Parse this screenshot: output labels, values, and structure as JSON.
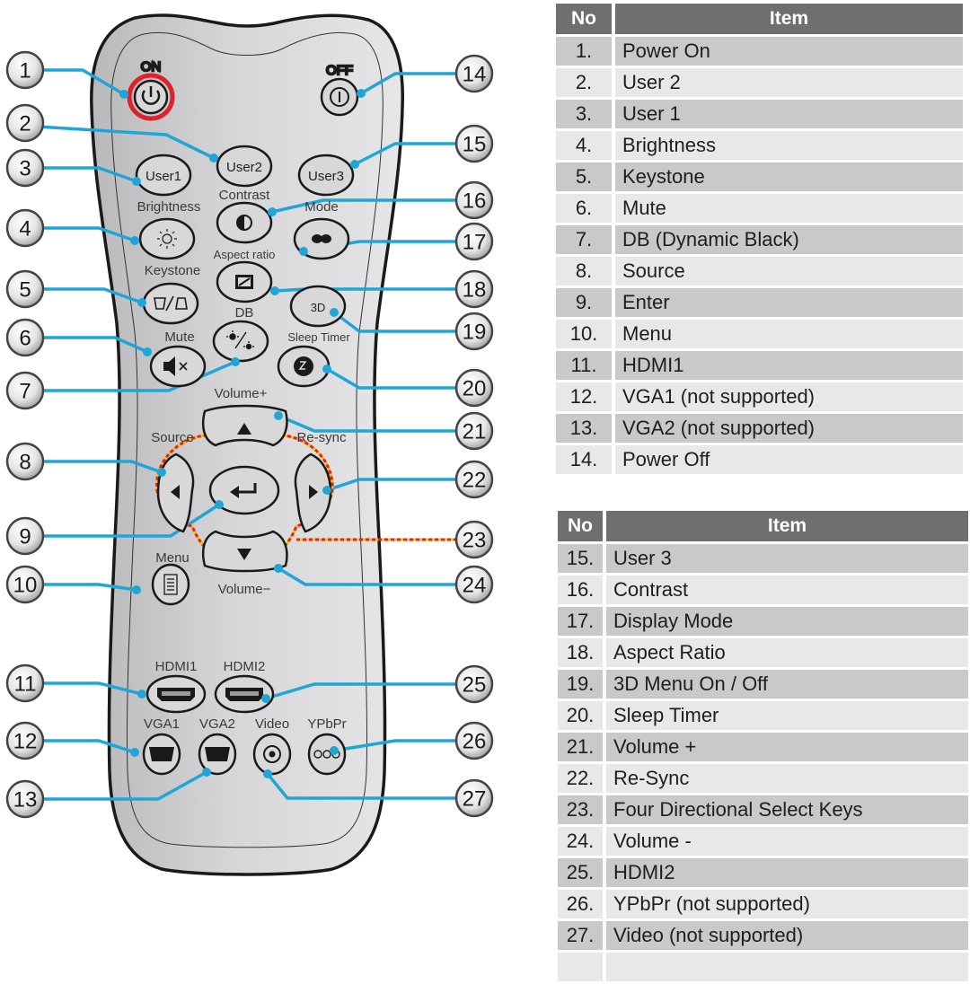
{
  "remote": {
    "button_labels": {
      "on": "ON",
      "off": "OFF",
      "user1": "User1",
      "user2": "User2",
      "user3": "User3",
      "contrast": "Contrast",
      "brightness": "Brightness",
      "mode": "Mode",
      "aspect_ratio": "Aspect ratio",
      "keystone": "Keystone",
      "three_d": "3D",
      "db": "DB",
      "mute": "Mute",
      "sleep_timer": "Sleep Timer",
      "volume_plus": "Volume+",
      "source": "Source",
      "resync": "Re-sync",
      "volume_minus": "Volume−",
      "menu": "Menu",
      "hdmi1": "HDMI1",
      "hdmi2": "HDMI2",
      "vga1": "VGA1",
      "vga2": "VGA2",
      "video": "Video",
      "ypbpr": "YPbPr"
    },
    "icons": {
      "power_on": "power-icon",
      "power_off": "power-off-icon",
      "brightness": "sun-icon",
      "contrast": "contrast-icon",
      "mode": "mode-icon",
      "aspect_ratio": "aspect-ratio-icon",
      "keystone": "keystone-icon",
      "db": "dynamic-black-icon",
      "mute": "mute-icon",
      "sleep_timer": "sleep-timer-icon",
      "up": "arrow-up-icon",
      "down": "arrow-down-icon",
      "left": "arrow-left-icon",
      "right": "arrow-right-icon",
      "enter": "enter-icon",
      "menu": "menu-icon",
      "hdmi": "hdmi-port-icon",
      "vga": "vga-port-icon",
      "video": "rca-jack-icon",
      "ypbpr": "component-jack-icon"
    },
    "callouts": {
      "c1": "1",
      "c2": "2",
      "c3": "3",
      "c4": "4",
      "c5": "5",
      "c6": "6",
      "c7": "7",
      "c8": "8",
      "c9": "9",
      "c10": "10",
      "c11": "11",
      "c12": "12",
      "c13": "13",
      "c14": "14",
      "c15": "15",
      "c16": "16",
      "c17": "17",
      "c18": "18",
      "c19": "19",
      "c20": "20",
      "c21": "21",
      "c22": "22",
      "c23": "23",
      "c24": "24",
      "c25": "25",
      "c26": "26",
      "c27": "27"
    },
    "colors": {
      "leader_line": "#1fa6d6",
      "power_ring": "#e0202a",
      "directional_outline": "#e0202a",
      "directional_outline_alt": "#f2c200"
    }
  },
  "table1": {
    "headers": {
      "no": "No",
      "item": "Item"
    },
    "rows": [
      {
        "no": "1.",
        "item": "Power On"
      },
      {
        "no": "2.",
        "item": "User 2"
      },
      {
        "no": "3.",
        "item": "User 1"
      },
      {
        "no": "4.",
        "item": "Brightness"
      },
      {
        "no": "5.",
        "item": "Keystone"
      },
      {
        "no": "6.",
        "item": "Mute"
      },
      {
        "no": "7.",
        "item": "DB (Dynamic Black)"
      },
      {
        "no": "8.",
        "item": "Source"
      },
      {
        "no": "9.",
        "item": "Enter"
      },
      {
        "no": "10.",
        "item": "Menu"
      },
      {
        "no": "11.",
        "item": "HDMI1"
      },
      {
        "no": "12.",
        "item": "VGA1 (not supported)"
      },
      {
        "no": "13.",
        "item": "VGA2 (not supported)"
      },
      {
        "no": "14.",
        "item": "Power Off"
      }
    ]
  },
  "table2": {
    "headers": {
      "no": "No",
      "item": "Item"
    },
    "rows": [
      {
        "no": "15.",
        "item": "User 3"
      },
      {
        "no": "16.",
        "item": "Contrast"
      },
      {
        "no": "17.",
        "item": "Display Mode"
      },
      {
        "no": "18.",
        "item": "Aspect Ratio"
      },
      {
        "no": "19.",
        "item": "3D Menu On / Off"
      },
      {
        "no": "20.",
        "item": "Sleep Timer"
      },
      {
        "no": "21.",
        "item": "Volume +"
      },
      {
        "no": "22.",
        "item": "Re-Sync"
      },
      {
        "no": "23.",
        "item": "Four Directional Select Keys"
      },
      {
        "no": "24.",
        "item": "Volume -"
      },
      {
        "no": "25.",
        "item": "HDMI2"
      },
      {
        "no": "26.",
        "item": "YPbPr (not supported)"
      },
      {
        "no": "27.",
        "item": "Video (not supported)"
      },
      {
        "no": "",
        "item": ""
      }
    ]
  }
}
